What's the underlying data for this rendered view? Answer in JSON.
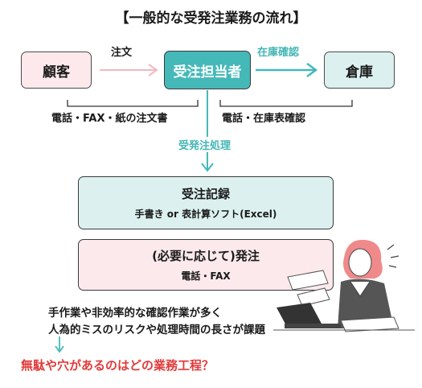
{
  "title": "【一般的な受発注業務の流れ】",
  "nodes": {
    "customer": "顧客",
    "staff": "受注担当者",
    "warehouse": "倉庫"
  },
  "arrows": {
    "order_label": "注文",
    "stock_check_label": "在庫確認",
    "process_label": "受発注処理"
  },
  "methods": {
    "customer_to_staff": "電話・FAX・紙の注文書",
    "staff_to_warehouse": "電話・在庫表確認"
  },
  "steps": {
    "record_title": "受注記録",
    "record_detail": "手書き or 表計算ソフト(Excel)",
    "order_title": "(必要に応じて)発注",
    "order_detail": "電話・FAX"
  },
  "issues": {
    "line1": "手作業や非効率的な確認作業が多く",
    "line2": "人為的ミスのリスクや処理時間の長さが課題"
  },
  "question": "無駄や穴があるのはどの業務工程？",
  "colors": {
    "teal": "#45b9b8",
    "light_teal": "#dcf1ef",
    "pink": "#fde9ec",
    "accent_red": "#e23a3a",
    "customer_arrow": "#f3b8c0"
  }
}
